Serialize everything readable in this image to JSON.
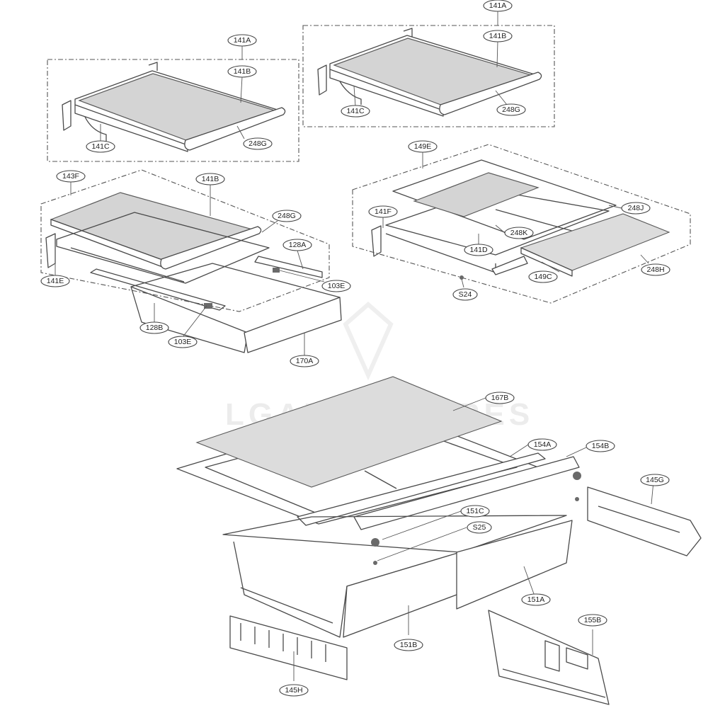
{
  "watermark": "LGADVENTURES",
  "labels": {
    "a141A_left": "141A",
    "a141B_left": "141B",
    "a141C_left": "141C",
    "a248G_left": "248G",
    "a141A_right": "141A",
    "a141B_right": "141B",
    "a141C_right": "141C",
    "a248G_right": "248G",
    "a143F": "143F",
    "a141B_mid": "141B",
    "a248G_mid": "248G",
    "a128A": "128A",
    "a141E": "141E",
    "a103E_r": "103E",
    "a128B": "128B",
    "a103E_b": "103E",
    "a170A": "170A",
    "a149E": "149E",
    "a141F": "141F",
    "a248J": "248J",
    "a248K": "248K",
    "a141D": "141D",
    "a149C": "149C",
    "a248H": "248H",
    "aS24": "S24",
    "a167B": "167B",
    "a154A": "154A",
    "a154B": "154B",
    "a145G": "145G",
    "a151C": "151C",
    "aS25": "S25",
    "a151A": "151A",
    "a151B": "151B",
    "a155B": "155B",
    "a145H": "145H"
  }
}
